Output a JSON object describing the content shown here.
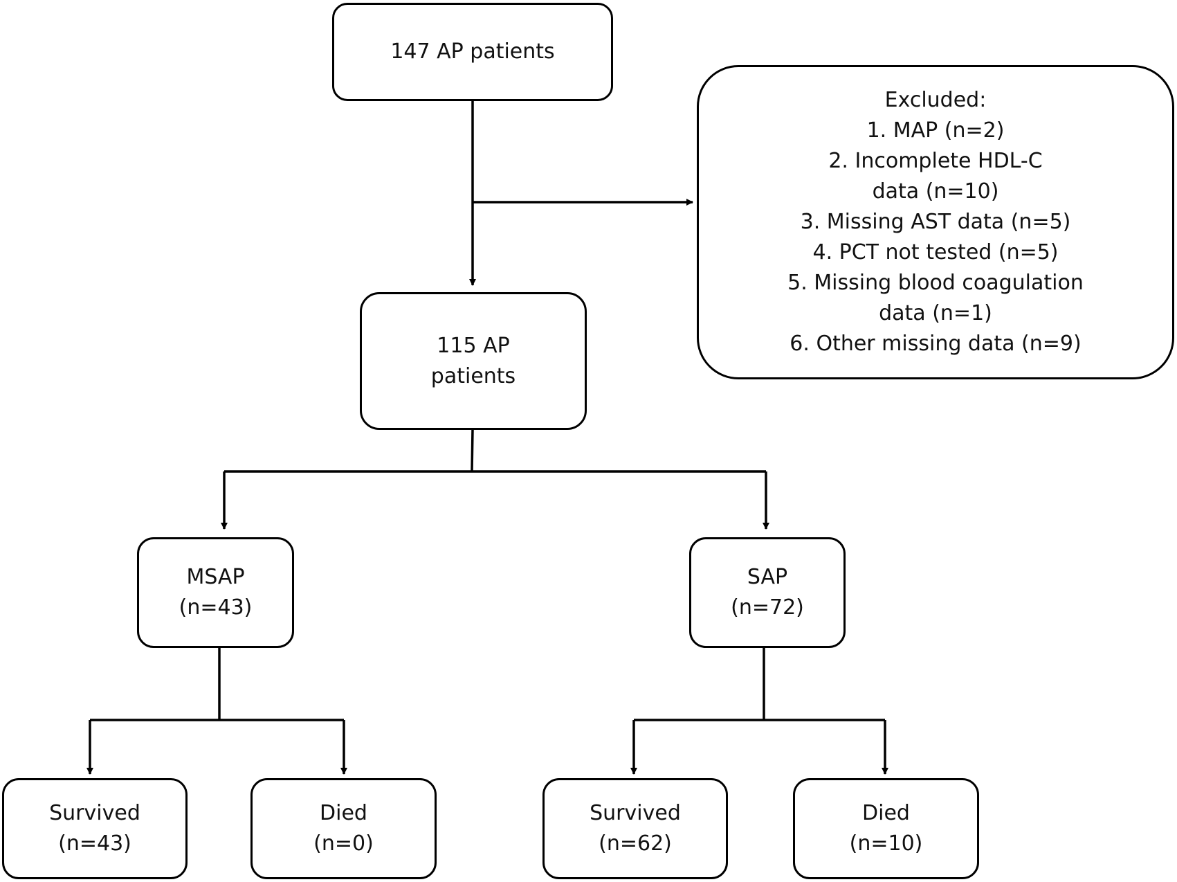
{
  "nodes": {
    "start": {
      "lines": [
        "147 AP patients"
      ]
    },
    "excluded": {
      "lines": [
        "Excluded:",
        "1. MAP (n=2)",
        "2. Incomplete HDL-C",
        "data (n=10)",
        "3. Missing AST data (n=5)",
        "4. PCT not tested (n=5)",
        "5. Missing blood coagulation",
        "data (n=1)",
        "6. Other missing data (n=9)"
      ]
    },
    "included": {
      "lines": [
        "115 AP",
        "patients"
      ]
    },
    "msap": {
      "lines": [
        "MSAP",
        "(n=43)"
      ]
    },
    "sap": {
      "lines": [
        "SAP",
        "(n=72)"
      ]
    },
    "msap_survived": {
      "lines": [
        "Survived",
        "(n=43)"
      ]
    },
    "msap_died": {
      "lines": [
        "Died",
        "(n=0)"
      ]
    },
    "sap_survived": {
      "lines": [
        "Survived",
        "(n=62)"
      ]
    },
    "sap_died": {
      "lines": [
        "Died",
        "(n=10)"
      ]
    }
  },
  "colors": {
    "stroke": "#000000",
    "background": "#ffffff"
  }
}
